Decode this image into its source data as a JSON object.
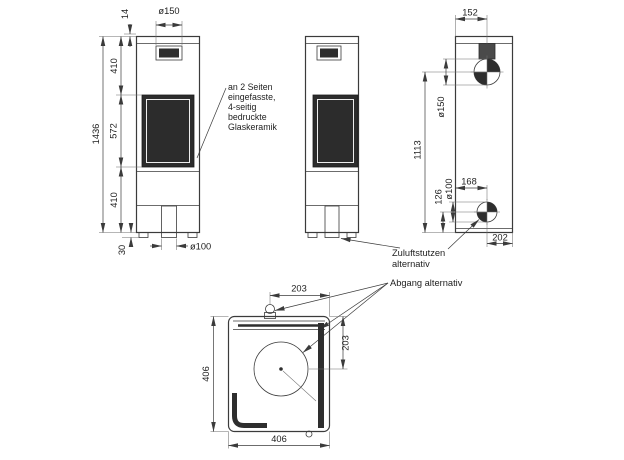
{
  "colors": {
    "line": "#3b3b3b",
    "dark_fill": "#2e2e2e",
    "background": "#ffffff"
  },
  "front": {
    "dim_top_plate": "14",
    "dim_flue_dia": "ø150",
    "dim_total_height": "1436",
    "dim_upper": "410",
    "dim_glass": "572",
    "dim_lower": "410",
    "dim_plinth": "30",
    "dim_bottom_dia": "ø100",
    "note_l1": "an 2 Seiten",
    "note_l2": "eingefasste,",
    "note_l3": "4-seitig",
    "note_l4": "bedruckte",
    "note_l5": "Glaskeramik"
  },
  "rear": {
    "dim_flue_offset": "152",
    "dim_flue_dia": "ø150",
    "dim_flue_height": "1113",
    "dim_inlet_height": "126",
    "dim_inlet_dia": "ø100",
    "dim_inlet_x": "168",
    "dim_right_offset": "202",
    "label_zuluft_l1": "Zuluftstutzen",
    "label_zuluft_l2": "alternativ"
  },
  "top": {
    "dim_flue_right": "203",
    "dim_flue_depth": "203",
    "dim_depth": "406",
    "dim_width": "406",
    "label_abgang": "Abgang alternativ"
  }
}
